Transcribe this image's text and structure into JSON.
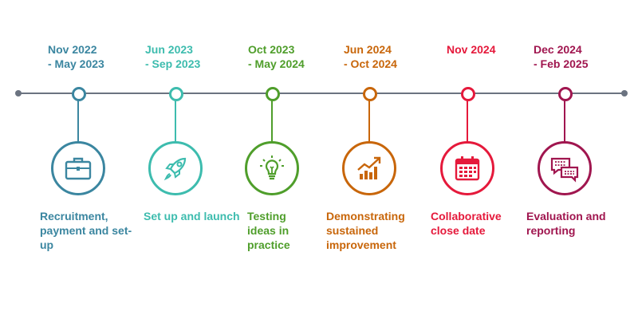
{
  "stages": [
    {
      "date": "Nov 2022\n- May 2023",
      "label": "Recruitment, payment and set-up",
      "color": "#3b86a0",
      "icon": "briefcase-icon"
    },
    {
      "date": "Jun 2023\n- Sep 2023",
      "label": "Set up and launch",
      "color": "#3dbcae",
      "icon": "rocket-icon"
    },
    {
      "date": "Oct 2023\n- May 2024",
      "label": "Testing ideas in practice",
      "color": "#4f9e2b",
      "icon": "lightbulb-icon"
    },
    {
      "date": "Jun 2024\n- Oct 2024",
      "label": "Demonstrating sustained improvement",
      "color": "#c8660a",
      "icon": "growth-chart-icon"
    },
    {
      "date": "Nov 2024",
      "label": "Collaborative close date",
      "color": "#e5193b",
      "icon": "calendar-icon"
    },
    {
      "date": "Dec 2024\n- Feb 2025",
      "label": "Evaluation and reporting",
      "color": "#a0164f",
      "icon": "chat-bubbles-icon"
    }
  ]
}
